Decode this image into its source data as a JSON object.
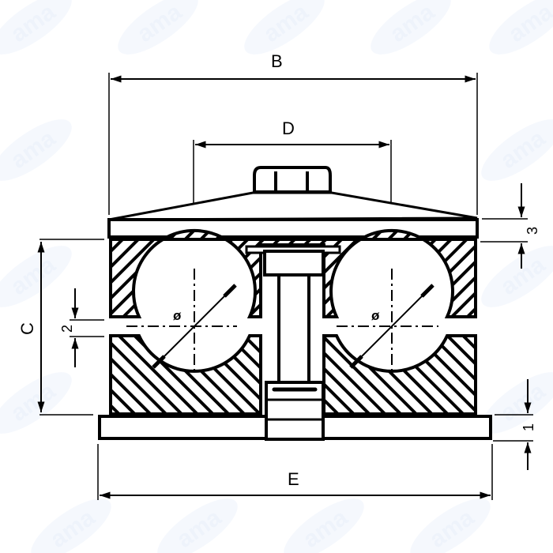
{
  "diagram": {
    "title": "Double pipe clamp assembly - dimension drawing",
    "watermark": "ama",
    "colors": {
      "line": "#000000",
      "background": "#ffffff",
      "watermark": "#eef3fb"
    },
    "dimensions": {
      "B": "B",
      "D": "D",
      "C": "C",
      "E": "E",
      "top_plate_thickness": "3",
      "gap": "2",
      "base_plate_thickness": "1"
    },
    "diameter_symbol_left": "ø",
    "diameter_symbol_right": "ø",
    "parts": [
      {
        "name": "hex-nut"
      },
      {
        "name": "cover-plate"
      },
      {
        "name": "top-clamp-half"
      },
      {
        "name": "bottom-clamp-half"
      },
      {
        "name": "bolt"
      },
      {
        "name": "base-plate"
      }
    ]
  }
}
